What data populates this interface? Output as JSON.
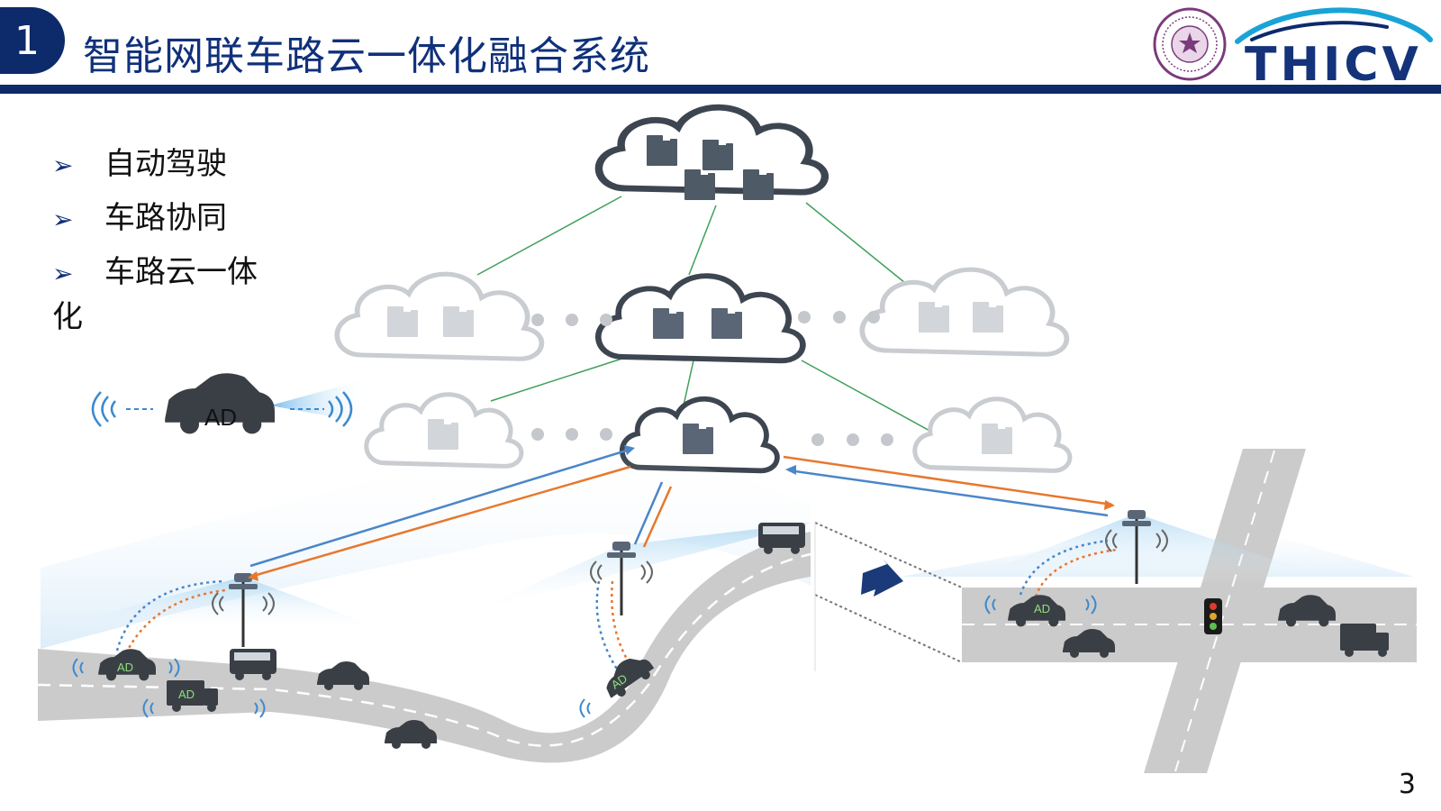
{
  "header": {
    "section_number": "1",
    "title": "智能网联车路云一体化融合系统",
    "logo_text": "THICV"
  },
  "bullets": [
    {
      "label": "自动驾驶"
    },
    {
      "label": "车路协同"
    },
    {
      "label": "车路云一体化"
    }
  ],
  "vehicle_tag": "AD",
  "page_number": "3",
  "colors": {
    "brand": "#0d2a6b",
    "uplink": "#4a86c8",
    "downlink": "#e8772e",
    "link": "#3fa05a",
    "cloud_dark": "#3d4650",
    "cloud_light": "#c9ccd0",
    "road": "#c9c9c9"
  },
  "icons": [
    "university-seal-icon",
    "thicv-logo-icon",
    "cloud-server-icon",
    "roadside-unit-icon",
    "car-icon",
    "bus-icon",
    "truck-icon",
    "traffic-light-icon",
    "arrow-right-icon"
  ]
}
